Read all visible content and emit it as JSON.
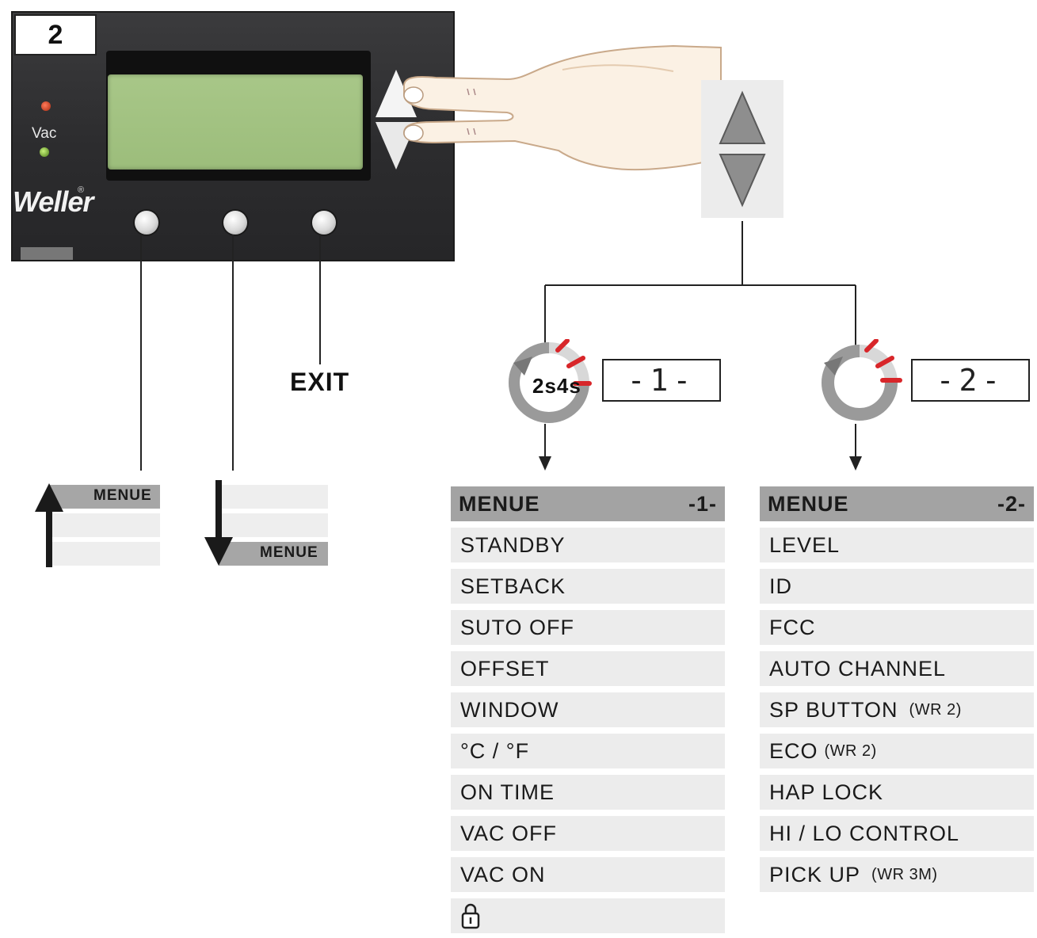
{
  "device": {
    "step_number": "2",
    "led_label": "Vac",
    "brand": "Weller",
    "brand_mark": "®"
  },
  "buttons": {
    "exit_label": "EXIT"
  },
  "scroll_up": {
    "label": "MENUE"
  },
  "scroll_down": {
    "label": "MENUE"
  },
  "timer": {
    "label": "2s4s"
  },
  "displays": {
    "menu1": "-1-",
    "menu2": "-2-"
  },
  "menu1": {
    "title": "MENUE",
    "number": "-1-",
    "items": [
      "STANDBY",
      "SETBACK",
      "SUTO OFF",
      "OFFSET",
      "WINDOW",
      "°C / °F",
      "ON TIME",
      "VAC OFF",
      "VAC ON"
    ],
    "last_item_icon": "padlock-icon"
  },
  "menu2": {
    "title": "MENUE",
    "number": "-2-",
    "items": [
      {
        "label": "LEVEL",
        "note": ""
      },
      {
        "label": "ID",
        "note": ""
      },
      {
        "label": "FCC",
        "note": ""
      },
      {
        "label": "AUTO CHANNEL",
        "note": ""
      },
      {
        "label": "SP BUTTON",
        "note": "(WR 2)"
      },
      {
        "label": "ECO",
        "note": "(WR 2)"
      },
      {
        "label": "HAP LOCK",
        "note": ""
      },
      {
        "label": "HI / LO CONTROL",
        "note": ""
      },
      {
        "label": "PICK UP",
        "note": "(WR 3M)"
      }
    ]
  },
  "colors": {
    "timer_ring": "#9a9a9a",
    "timer_marks": "#d8262a",
    "lcd": "#a3c483",
    "menu_header": "#a3a3a3",
    "menu_row": "#ececec"
  }
}
